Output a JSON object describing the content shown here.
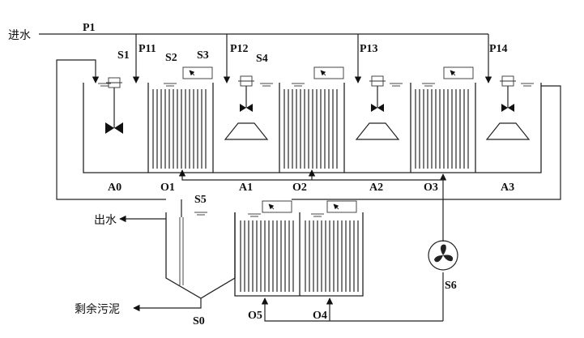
{
  "labels": {
    "inlet": "进水",
    "outlet": "出水",
    "sludge": "剩余污泥",
    "P1": "P1",
    "P11": "P11",
    "P12": "P12",
    "P13": "P13",
    "P14": "P14",
    "S0": "S0",
    "S1": "S1",
    "S2": "S2",
    "S3": "S3",
    "S4": "S4",
    "S5": "S5",
    "S6": "S6",
    "A0": "A0",
    "A1": "A1",
    "A2": "A2",
    "A3": "A3",
    "O1": "O1",
    "O2": "O2",
    "O3": "O3",
    "O4": "O4",
    "O5": "O5"
  },
  "icons": {
    "mixer": "mixer-icon",
    "fan": "blower-icon",
    "sensor": "sensor-box-icon",
    "arrow": "flow-arrow-icon"
  }
}
